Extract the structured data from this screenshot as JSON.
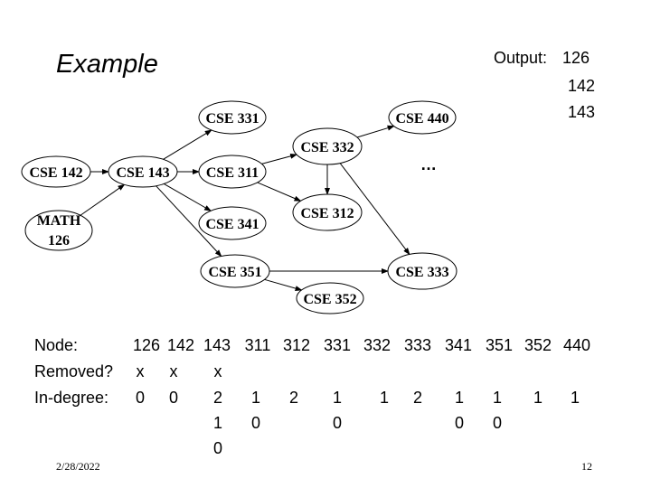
{
  "title": "Example",
  "output": {
    "label": "Output:",
    "values": [
      "126",
      "142",
      "143"
    ]
  },
  "graph": {
    "nodes": {
      "cse142": "CSE 142",
      "cse143": "CSE 143",
      "math126_l1": "MATH",
      "math126_l2": "126",
      "cse331": "CSE 331",
      "cse311": "CSE 311",
      "cse341": "CSE 341",
      "cse351": "CSE 351",
      "cse332": "CSE 332",
      "cse312": "CSE 312",
      "cse440": "CSE 440",
      "cse333": "CSE 333",
      "cse352": "CSE 352"
    },
    "edges": [
      [
        "cse142",
        "cse143"
      ],
      [
        "math126",
        "cse143"
      ],
      [
        "cse143",
        "cse331"
      ],
      [
        "cse143",
        "cse311"
      ],
      [
        "cse143",
        "cse341"
      ],
      [
        "cse143",
        "cse351"
      ],
      [
        "cse311",
        "cse332"
      ],
      [
        "cse311",
        "cse312"
      ],
      [
        "cse332",
        "cse312"
      ],
      [
        "cse332",
        "cse440"
      ],
      [
        "cse332",
        "cse333"
      ],
      [
        "cse351",
        "cse333"
      ],
      [
        "cse351",
        "cse352"
      ]
    ],
    "ellipsis": "…"
  },
  "table": {
    "node_label": "Node:",
    "removed_label": "Removed?",
    "indegree_label": "In-degree:",
    "nodes": [
      "126",
      "142",
      "143",
      "311",
      "312",
      "331",
      "332",
      "333",
      "341",
      "351",
      "352",
      "440"
    ],
    "removed": [
      "x",
      "x",
      "x",
      "",
      "",
      "",
      "",
      "",
      "",
      "",
      "",
      ""
    ],
    "indegree_row1": [
      "0",
      "0",
      "2",
      "1",
      "2",
      "1",
      "1",
      "2",
      "1",
      "1",
      "1",
      "1"
    ],
    "indegree_row2": [
      "",
      "",
      "1",
      "0",
      "",
      "0",
      "",
      "",
      "0",
      "0",
      "",
      ""
    ],
    "indegree_row3": [
      "",
      "",
      "0",
      "",
      "",
      "",
      "",
      "",
      "",
      "",
      "",
      ""
    ]
  },
  "footer": {
    "date": "2/28/2022",
    "page": "12"
  }
}
